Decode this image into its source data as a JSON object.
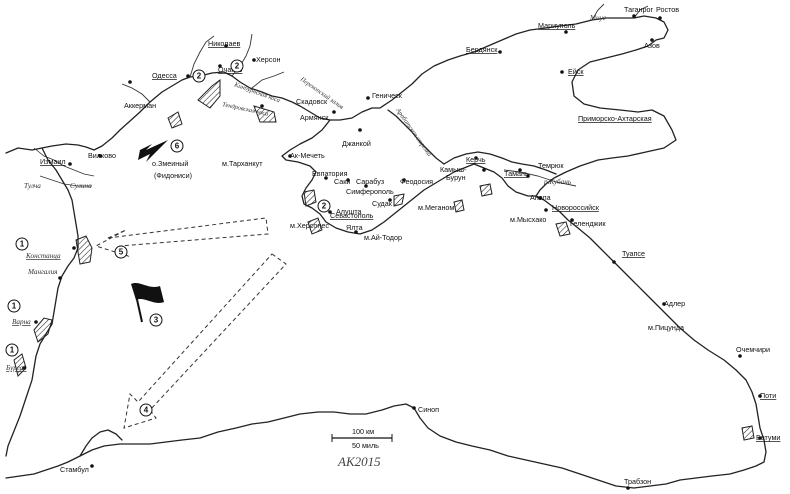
{
  "map": {
    "places": {
      "taganrog": "Таганрог",
      "rostov": "Ростов",
      "mariupol": "Мариуполь",
      "mius": "Миус",
      "azov": "Азов",
      "berdyansk": "Бердянск",
      "eysk": "Ейск",
      "primorsko": "Приморско-Ахтарская",
      "nikolaev": "Николаев",
      "kherson": "Херсон",
      "ochakov": "Очаков",
      "odessa": "Одесса",
      "akkerman": "Аккерман",
      "kinburn": "Кинбурнская коса",
      "tendrovskaya": "Тендровская коса",
      "skadovsk": "Скадовск",
      "perekop": "Перекопский залив",
      "genichesk": "Геническ",
      "arabatskaya": "Арабатская стрелка",
      "armyansk": "Армянск",
      "dzhankoy": "Джанкой",
      "izmail": "Измаил",
      "vilkovo": "Вилково",
      "tulcha": "Тулча",
      "sulina": "Сулина",
      "zmeiny": "о.Змеиный",
      "fidonisi": "(Фидониси)",
      "tarkhankut": "м.Тарханкут",
      "akmechet": "Ак-Мечеть",
      "evpatoriya": "Евпатория",
      "saki": "Саки",
      "sarabuz": "Сарабуз",
      "simferopol": "Симферополь",
      "feodosiya": "Феодосия",
      "kerch": "Керчь",
      "kamysh": "Камыш-Бурун",
      "taman": "Тамань",
      "temryuk": "Темрюк",
      "kuban": "р.Кубань",
      "sudak": "Судак",
      "alushta": "Алушта",
      "meganom": "м.Меганом",
      "sevastopol": "Севастополь",
      "khersones": "м.Херсонес",
      "yalta": "Ялта",
      "aytodor": "м.Ай-Тодор",
      "anapa": "Анапа",
      "novorossiysk": "Новороссийск",
      "myskhako": "м.Мысхако",
      "gelendzhik": "Геленджик",
      "tuapse": "Туапсе",
      "adler": "Адлер",
      "pitsunda": "м.Пицунда",
      "ochemchiri": "Очемчири",
      "poti": "Поти",
      "batumi": "Батуми",
      "trabzon": "Трабзон",
      "sinop": "Синоп",
      "istanbul": "Стамбул",
      "constanta": "Констанца",
      "mangalia": "Мангалия",
      "varna": "Варна",
      "burgas": "Бургас"
    },
    "markers": [
      "1",
      "2",
      "3",
      "4",
      "5",
      "6"
    ],
    "scale": {
      "km": "100 км",
      "miles": "50 миль"
    },
    "signature": "АК2015"
  }
}
